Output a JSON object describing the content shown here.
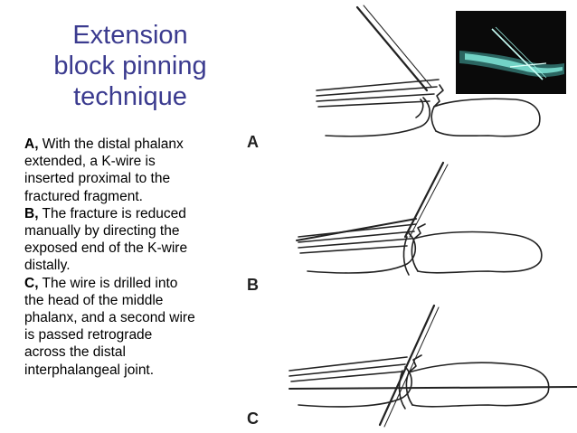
{
  "title": {
    "line1": "Extension",
    "line2": "block pinning",
    "line3": "technique"
  },
  "description": {
    "a_label": "A,",
    "a_l1": " With the distal phalanx",
    "a_l2": "extended, a K-wire is",
    "a_l3": "inserted proximal to the",
    "a_l4": "fractured fragment.",
    "b_label": "B,",
    "b_l1": " The fracture is reduced",
    "b_l2": "manually by directing the",
    "b_l3": "exposed end of the K-wire",
    "b_l4": "distally.",
    "c_label": "C,",
    "c_l1": " The wire is drilled into",
    "c_l2": "the head of the middle",
    "c_l3": "phalanx, and a second wire",
    "c_l4": "is passed retrograde",
    "c_l5": "across the distal",
    "c_l6": "interphalangeal joint."
  },
  "figure_labels": {
    "a": "A",
    "b": "B",
    "c": "C"
  },
  "colors": {
    "title": "#3b3b8f",
    "text": "#000000",
    "xray_background": "#0a0a0a",
    "xray_bone": "#7fe6d8"
  }
}
